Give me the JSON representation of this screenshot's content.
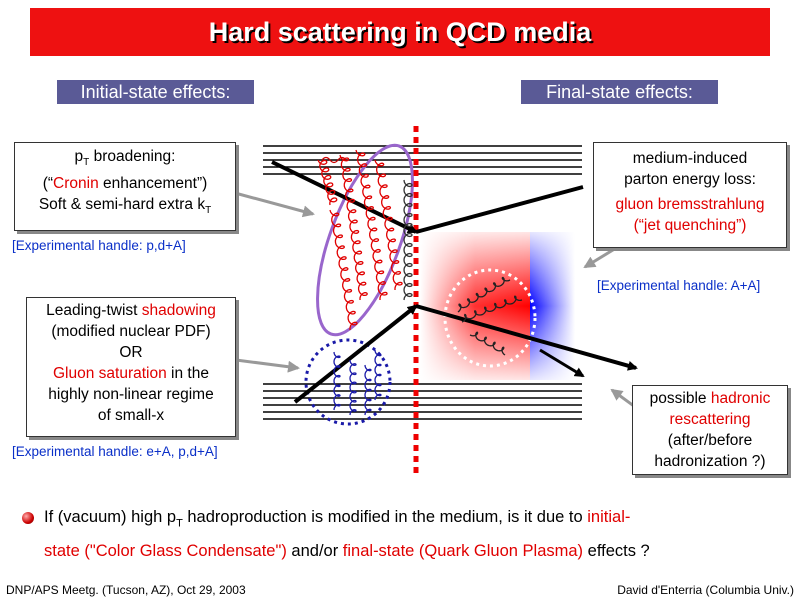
{
  "title": "Hard scattering in QCD media",
  "labels": {
    "initial": "Initial-state effects:",
    "final": "Final-state effects:"
  },
  "box_pt": {
    "line1_a": "p",
    "line1_sub": "T",
    "line1_b": " broadening:",
    "line2_a": "(“",
    "line2_red": "Cronin",
    "line2_b": " enhancement”)",
    "line3_a": "Soft & semi-hard extra k",
    "line3_sub": "T"
  },
  "handle_pd": "[Experimental handle: p,d+A]",
  "box_shadow": {
    "line1_a": "Leading-twist ",
    "line1_red": "shadowing",
    "line2": "(modified nuclear PDF)",
    "line3": "OR",
    "line4_red": "Gluon saturation",
    "line4_b": " in the",
    "line5": "highly non-linear regime",
    "line6": "of small-x"
  },
  "handle_ea": "[Experimental handle: e+A, p,d+A]",
  "box_eloss": {
    "line1": "medium-induced",
    "line2": "parton energy loss:",
    "line3_red": "gluon bremsstrahlung",
    "line4_red": "(“jet quenching”)"
  },
  "handle_aa": "[Experimental handle: A+A]",
  "box_hadronic": {
    "line1_a": "possible ",
    "line1_red": "hadronic",
    "line2_red": "rescattering",
    "line3": "(after/before",
    "line4": "hadronization ?)"
  },
  "bullet": {
    "a": "If (vacuum) high p",
    "sub": "T",
    "b": " hadroproduction is modified in the medium,  is it due to ",
    "red1": "initial-",
    "red2": "state (\"Color Glass Condensate\")",
    "c": " and/or ",
    "red3": "final-state (Quark Gluon Plasma)",
    "d": " effects ?"
  },
  "footer": {
    "left": "DNP/APS Meetg. (Tucson, AZ), Oct 29, 2003",
    "right": "David d'Enterria (Columbia Univ.)"
  },
  "colors": {
    "accent_red": "#e00000",
    "title_bg": "#ee1111",
    "label_bg": "#5a5a96",
    "handle_blue": "#0a2fc8",
    "ellipse_purple": "#9966cc",
    "dotted_blue": "#1a1aa8"
  }
}
